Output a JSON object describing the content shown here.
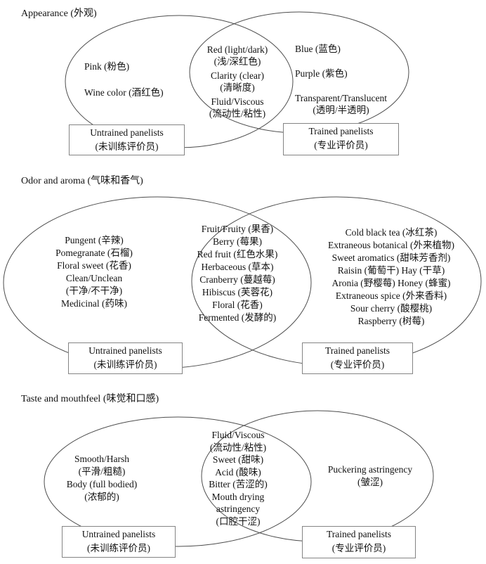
{
  "colors": {
    "ellipse_line": "#4d4d4d",
    "box_border": "#848484",
    "text": "#111111",
    "background": "#ffffff"
  },
  "sections": [
    {
      "title": "Appearance (外观)",
      "left_terms": [
        "Pink (粉色)",
        "Wine color (酒红色)"
      ],
      "shared_terms": [
        "Red (light/dark)",
        "(浅/深红色)",
        "Clarity (clear)",
        "(清晰度)",
        "Fluid/Viscous",
        "(流动性/粘性)"
      ],
      "right_terms": [
        "Blue (蓝色)",
        "Purple (紫色)",
        "Transparent/Translucent",
        "(透明/半透明)"
      ],
      "untrained_label": [
        "Untrained panelists",
        "(未训练评价员)"
      ],
      "trained_label": [
        "Trained panelists",
        "(专业评价员)"
      ]
    },
    {
      "title": "Odor and aroma (气味和香气)",
      "left_terms": [
        "Pungent (辛辣)",
        "Pomegranate (石榴)",
        "Floral sweet (花香)",
        "Clean/Unclean",
        "(干净/不干净)",
        "Medicinal (药味)"
      ],
      "shared_terms": [
        "Fruit/Fruity (果香)",
        "Berry (莓果)",
        "Red fruit (红色水果)",
        "Herbaceous (草本)",
        "Cranberry (蔓越莓)",
        "Hibiscus (芙蓉花)",
        "Floral (花香)",
        "Fermented (发酵的)"
      ],
      "right_terms": [
        "Cold black tea (冰红茶)",
        "Extraneous botanical (外来植物)",
        "Sweet aromatics (甜味芳香剂)",
        "Raisin (葡萄干) Hay (干草)",
        "Aronia (野樱莓) Honey (蜂蜜)",
        "Extraneous spice (外来香料)",
        "Sour cherry (酸樱桃)",
        "Raspberry (树莓)"
      ],
      "untrained_label": [
        "Untrained panelists",
        "(未训练评价员)"
      ],
      "trained_label": [
        "Trained panelists",
        "(专业评价员)"
      ]
    },
    {
      "title": "Taste and mouthfeel (味觉和口感)",
      "left_terms": [
        "Smooth/Harsh",
        "(平滑/粗糙)",
        "Body (full bodied)",
        "(浓郁的)"
      ],
      "shared_terms": [
        "Fluid/Viscous",
        "(流动性/粘性)",
        "Sweet (甜味)",
        "Acid (酸味)",
        "Bitter (苦涩的)",
        "Mouth drying",
        "astringency",
        "(口腔干涩)"
      ],
      "right_terms": [
        "Puckering astringency",
        "(皱涩)"
      ],
      "untrained_label": [
        "Untrained panelists",
        "(未训练评价员)"
      ],
      "trained_label": [
        "Trained panelists",
        "(专业评价员)"
      ]
    }
  ]
}
